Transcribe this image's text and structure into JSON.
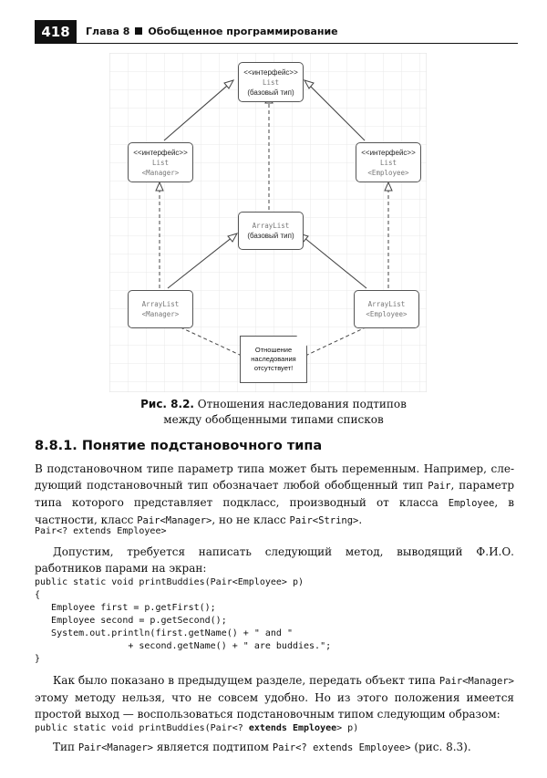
{
  "header": {
    "page_number": "418",
    "chapter": "Глава 8",
    "title": "Обобщенное программирование"
  },
  "figure": {
    "top_node": {
      "line1": "<<интерфейс>>",
      "line2": "List",
      "line3": "(базовый тип)"
    },
    "left_node": {
      "line1": "<<интерфейс>>",
      "line2": "List",
      "line3": "<Manager>"
    },
    "right_node": {
      "line1": "<<интерфейс>>",
      "line2": "List",
      "line3": "<Employee>"
    },
    "center_node": {
      "line1": "ArrayList",
      "line2": "(базовый тип)"
    },
    "bottom_left_node": {
      "line1": "ArrayList",
      "line2": "<Manager>"
    },
    "bottom_right_node": {
      "line1": "ArrayList",
      "line2": "<Employee>"
    },
    "note": {
      "line1": "Отношение",
      "line2": "наследования",
      "line3": "отсутствует!"
    }
  },
  "caption": {
    "label": "Рис. 8.2.",
    "line1": " Отношения наследования подтипов",
    "line2": "между обобщенными типами списков"
  },
  "section": {
    "title": "8.8.1. Понятие подстановочного типа"
  },
  "para1": {
    "t1": "В подстановочном типе параметр типа может быть переменным. Например, сле­дующий подстановочный тип обозначает любой обобщенный тип ",
    "c1": "Pair",
    "t2": ", параметр типа которого представляет подкласс, производный от класса ",
    "c2": "Employee",
    "t3": ", в частности, класс ",
    "c3": "Pair<Manager>",
    "t4": ", но не класс ",
    "c4": "Pair<String>",
    "t5": "."
  },
  "code1": "Pair<? extends Employee>",
  "para2": "Допустим, требуется написать следующий метод, выводящий Ф.И.О. работников парами на экран:",
  "code2": "public static void printBuddies(Pair<Employee> p)\n{\n   Employee first = p.getFirst();\n   Employee second = p.getSecond();\n   System.out.println(first.getName() + \" and \"\n                 + second.getName() + \" are buddies.\";\n}",
  "para3": {
    "t1": "Как было показано в предыдущем разделе, передать объект типа ",
    "c1": "Pair<Manager>",
    "t2": " этому методу нельзя, что не совсем удобно. Но из этого положения имеется простой выход — воспользоваться подстановочным типом следующим образом:"
  },
  "code3": {
    "pre": "public static void printBuddies(Pair<? ",
    "bold": "extends Employee",
    "post": "> p)"
  },
  "para4": {
    "t1": "Тип ",
    "c1": "Pair<Manager>",
    "t2": " является подтипом ",
    "c2": "Pair<? extends Employee>",
    "t3": " (рис. 8.3)."
  }
}
